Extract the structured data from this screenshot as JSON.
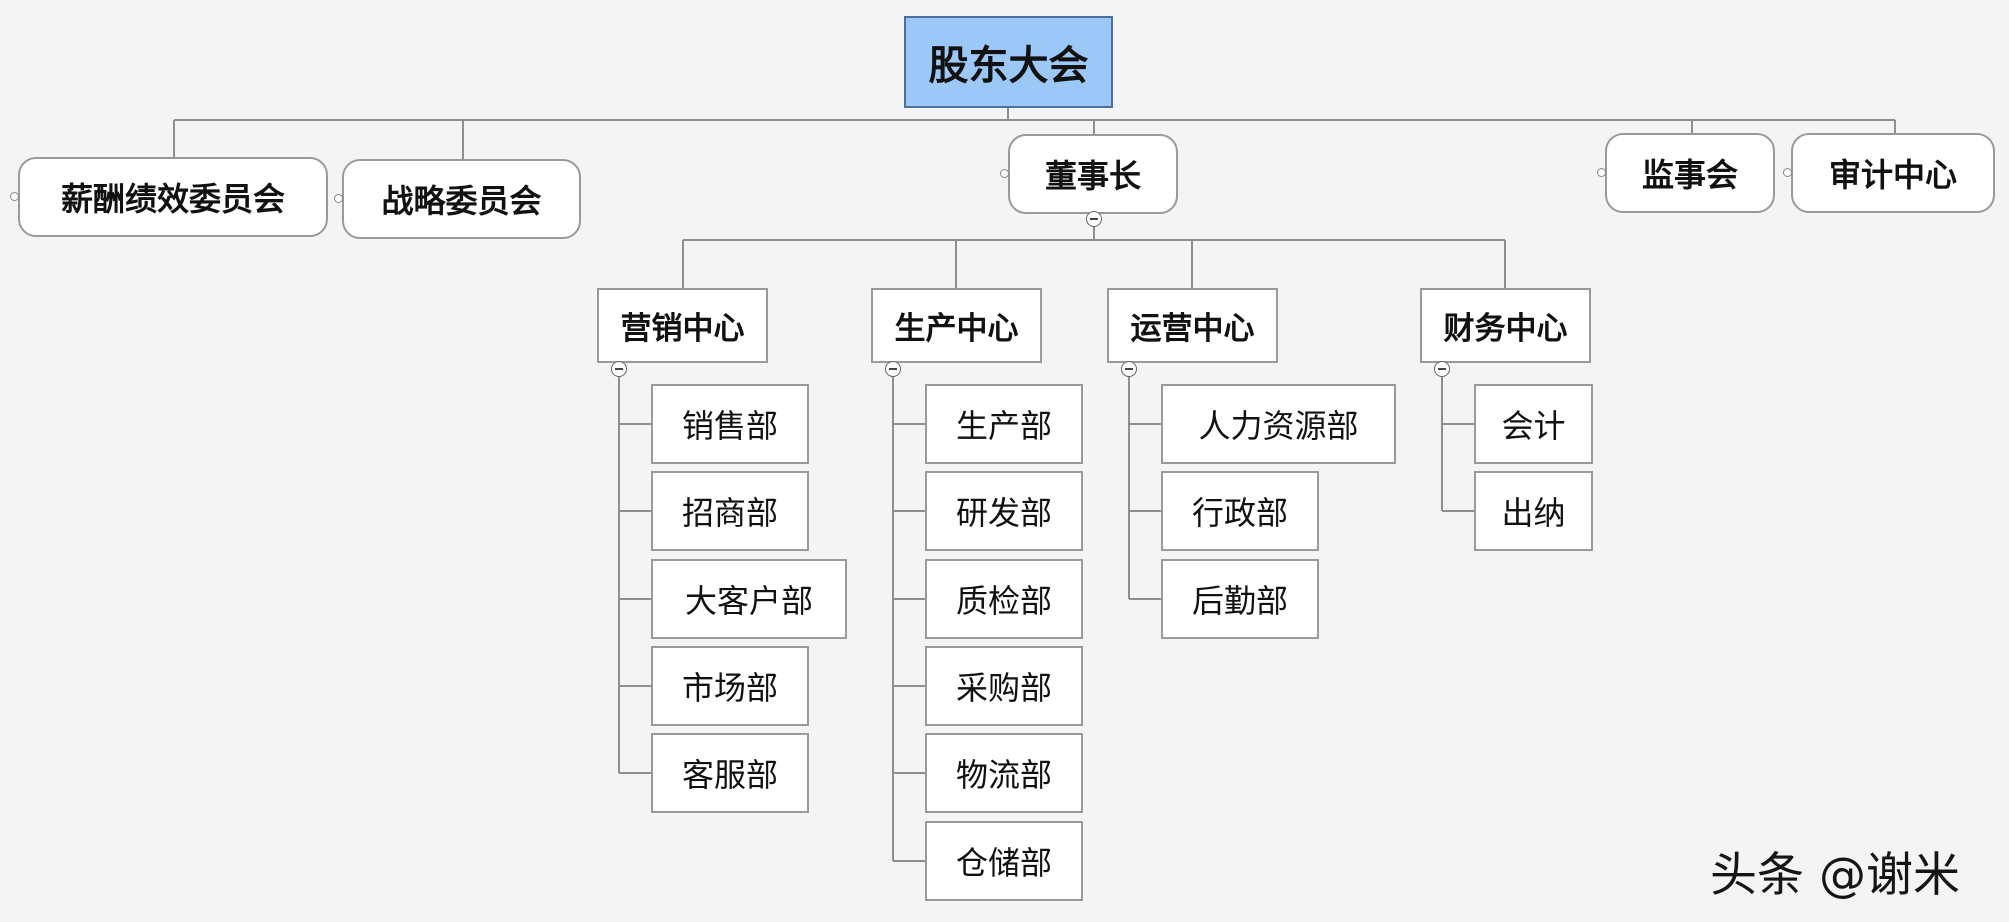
{
  "root": {
    "label": "股东大会"
  },
  "committees": [
    {
      "label": "薪酬绩效委员会"
    },
    {
      "label": "战略委员会"
    }
  ],
  "chairman": {
    "label": "董事长"
  },
  "side_boards": [
    {
      "label": "监事会"
    },
    {
      "label": "审计中心"
    }
  ],
  "centers": [
    {
      "label": "营销中心",
      "departments": [
        "销售部",
        "招商部",
        "大客户部",
        "市场部",
        "客服部"
      ]
    },
    {
      "label": "生产中心",
      "departments": [
        "生产部",
        "研发部",
        "质检部",
        "采购部",
        "物流部",
        "仓储部"
      ]
    },
    {
      "label": "运营中心",
      "departments": [
        "人力资源部",
        "行政部",
        "后勤部"
      ]
    },
    {
      "label": "财务中心",
      "departments": [
        "会计",
        "出纳"
      ]
    }
  ],
  "watermark": {
    "text": "头条 @谢米"
  }
}
